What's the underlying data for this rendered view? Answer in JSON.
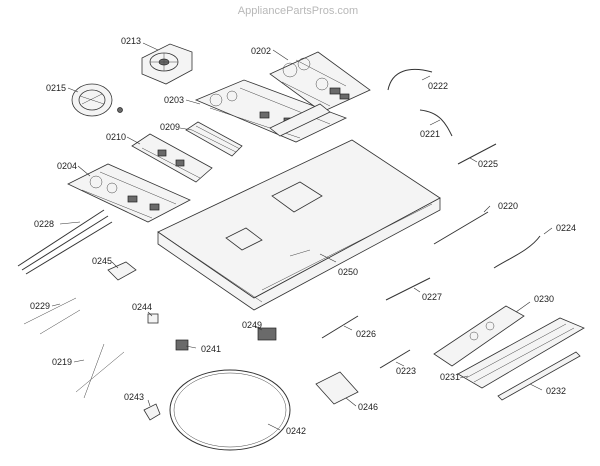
{
  "watermark": "AppliancePartsPros.com",
  "parts": [
    {
      "label": "0213"
    },
    {
      "label": "0202"
    },
    {
      "label": "0215"
    },
    {
      "label": "0203"
    },
    {
      "label": "0222"
    },
    {
      "label": "0209"
    },
    {
      "label": "0210"
    },
    {
      "label": "0221"
    },
    {
      "label": "0204"
    },
    {
      "label": "0225"
    },
    {
      "label": "0220"
    },
    {
      "label": "0228"
    },
    {
      "label": "0224"
    },
    {
      "label": "0245"
    },
    {
      "label": "0250"
    },
    {
      "label": "0227"
    },
    {
      "label": "0244"
    },
    {
      "label": "0230"
    },
    {
      "label": "0229"
    },
    {
      "label": "0249"
    },
    {
      "label": "0226"
    },
    {
      "label": "0241"
    },
    {
      "label": "0219"
    },
    {
      "label": "0223"
    },
    {
      "label": "0231"
    },
    {
      "label": "0232"
    },
    {
      "label": "0243"
    },
    {
      "label": "0246"
    },
    {
      "label": "0242"
    }
  ]
}
